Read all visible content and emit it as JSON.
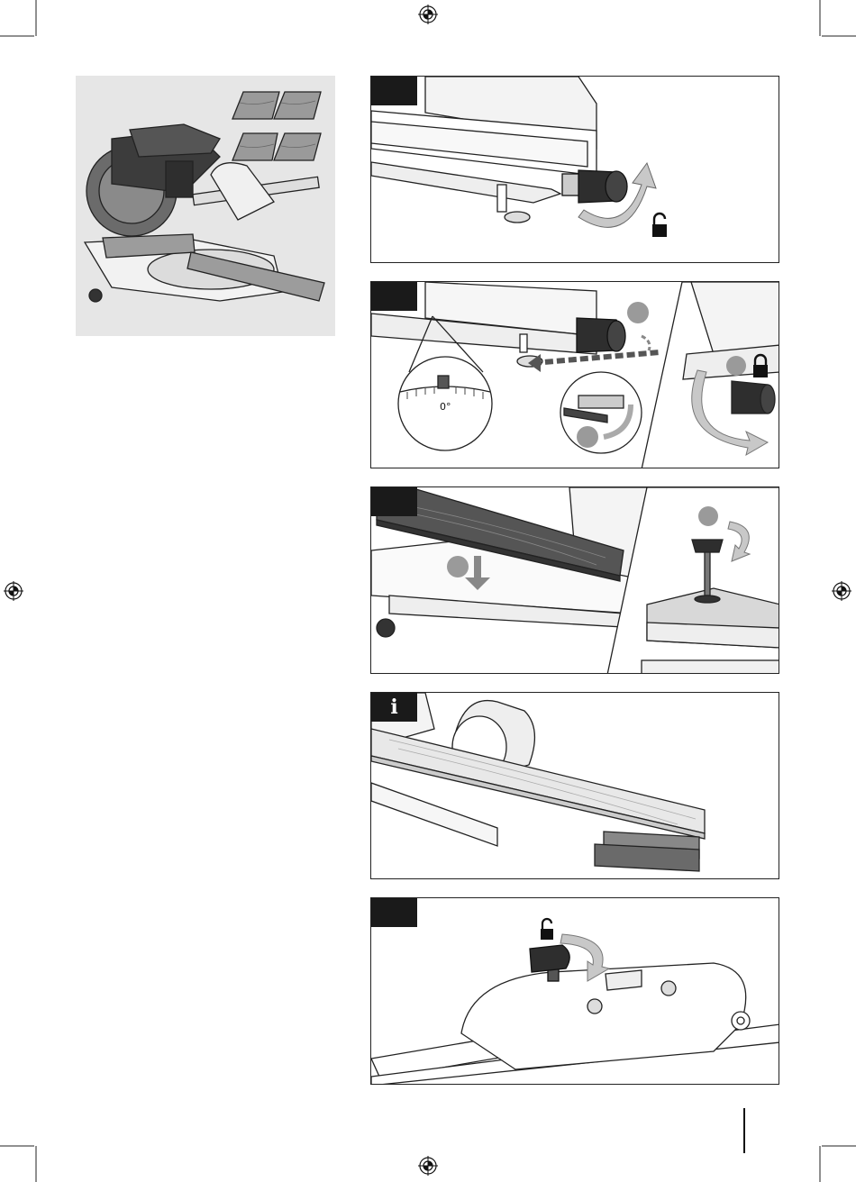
{
  "page": {
    "background": "#ffffff",
    "ink": "#1a1a1a",
    "overview_panel_bg": "#e6e6e6"
  },
  "panels": [
    {
      "id": "step-1",
      "tab_label": "",
      "icons": [
        "unlock-icon",
        "rotate-arrow-icon"
      ]
    },
    {
      "id": "step-2",
      "tab_label": "",
      "dial_readout": "0°",
      "icons": [
        "lock-icon",
        "rotate-arrow-icon",
        "magnifier-callout"
      ]
    },
    {
      "id": "step-3",
      "tab_label": "",
      "icons": [
        "down-arrow-icon",
        "rotate-arrow-icon"
      ]
    },
    {
      "id": "step-4",
      "tab_label": "i",
      "icons": [
        "info-icon"
      ]
    },
    {
      "id": "step-5",
      "tab_label": "",
      "icons": [
        "unlock-icon",
        "rotate-arrow-icon"
      ]
    }
  ]
}
